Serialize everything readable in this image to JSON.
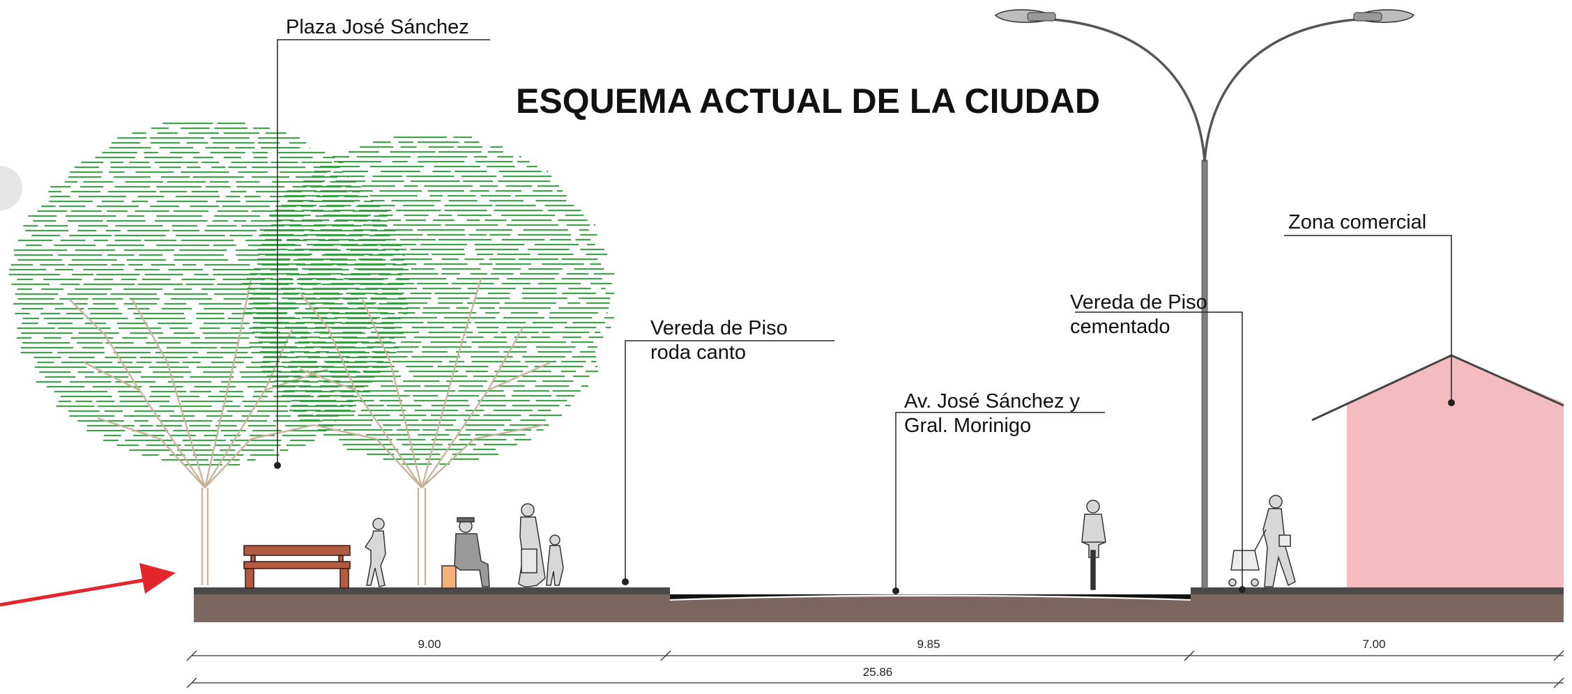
{
  "title": "ESQUEMA ACTUAL DE LA CIUDAD",
  "labels": {
    "plaza": "Plaza José Sánchez",
    "zona_comercial": "Zona comercial",
    "vereda_roda_line1": "Vereda de Piso",
    "vereda_roda_line2": "roda canto",
    "vereda_cem_line1": "Vereda de Piso",
    "vereda_cem_line2": "cementado",
    "avenida_line1": "Av. José Sánchez y",
    "avenida_line2": "Gral. Morinigo"
  },
  "dimensions": {
    "plaza_width": "9.00",
    "road_width": "9.85",
    "commercial_width": "7.00",
    "total_width": "25.86"
  },
  "colors": {
    "tree_foliage": "#2e9a3a",
    "ground": "#7d6660",
    "building": "#f4bcc0",
    "bench": "#b35a42",
    "arrow": "#e3262b"
  }
}
